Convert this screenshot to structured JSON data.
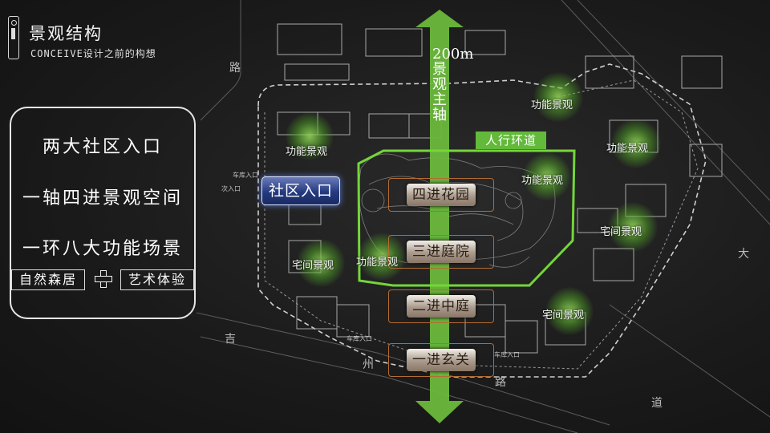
{
  "header": {
    "title": "景观结构",
    "subtitle": "CONCEIVE设计之前的构想"
  },
  "panel": {
    "lines": [
      "两大社区入口",
      "一轴四进景观空间",
      "一环八大功能场景"
    ],
    "tag_left": "自然森居",
    "tag_right": "艺术体验"
  },
  "plan": {
    "entrance": "社区入口",
    "axis_label": "200m景观主轴",
    "ring_label": "人行环道",
    "nodes": [
      "四进花园",
      "三进庭院",
      "二进中庭",
      "一进玄关"
    ],
    "zones": [
      {
        "label": "功能景观"
      },
      {
        "label": "功能景观"
      },
      {
        "label": "功能景观"
      },
      {
        "label": "功能景观"
      },
      {
        "label": "功能景观"
      },
      {
        "label": "宅间景观"
      },
      {
        "label": "宅间景观"
      },
      {
        "label": "宅间景观"
      }
    ],
    "road_chars": [
      "路",
      "吉",
      "州",
      "路",
      "道",
      "大"
    ],
    "small_labels": [
      "次入口",
      "车库入口",
      "车库入口",
      "车库入口"
    ]
  },
  "colors": {
    "axis_green": "#6cb83c",
    "ring_green": "#74d63a",
    "node_frame": "#b36b32",
    "entrance_blue": "#243a80"
  }
}
